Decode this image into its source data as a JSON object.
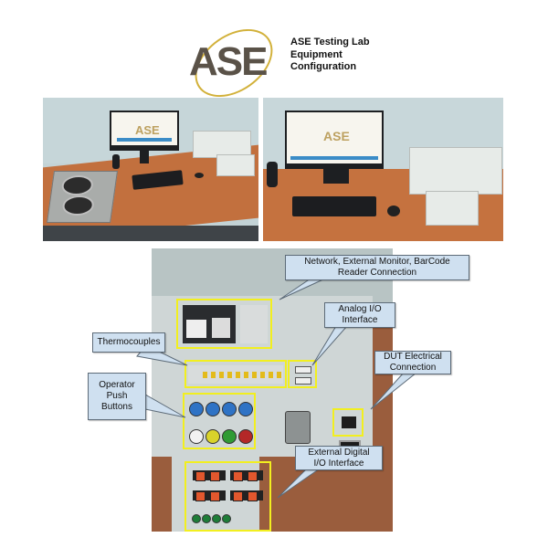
{
  "header": {
    "logo_text": "ASE",
    "title_lines": [
      "ASE Testing Lab",
      "Equipment",
      "Configuration"
    ]
  },
  "photos": {
    "top_left": {
      "subject": "desk with hot plate, monitor, keyboard, mouse, barcode reader and test boxes",
      "screen_logo": "ASE"
    },
    "top_right": {
      "subject": "desk with monitor, keyboard, mouse, barcode reader and test boxes",
      "screen_logo": "ASE"
    },
    "bottom": {
      "subject": "test box panel top view"
    }
  },
  "callouts": [
    {
      "id": "network",
      "label_lines": [
        "Network, External Monitor, BarCode",
        "Reader Connection"
      ]
    },
    {
      "id": "analog",
      "label_lines": [
        "Analog I/O",
        "Interface"
      ]
    },
    {
      "id": "thermocouples",
      "label_lines": [
        "Thermocouples"
      ]
    },
    {
      "id": "dut",
      "label_lines": [
        "DUT Electrical",
        "Connection"
      ]
    },
    {
      "id": "operator",
      "label_lines": [
        "Operator",
        "Push",
        "Buttons"
      ]
    },
    {
      "id": "digital",
      "label_lines": [
        "External Digital",
        "I/O Interface"
      ]
    }
  ],
  "colors": {
    "highlight": "#f2ef1f",
    "callout_fill": "#cfe0f0",
    "callout_border": "#5d6b78",
    "logo_gray": "#5a5248",
    "logo_gold": "#d2b13a"
  }
}
